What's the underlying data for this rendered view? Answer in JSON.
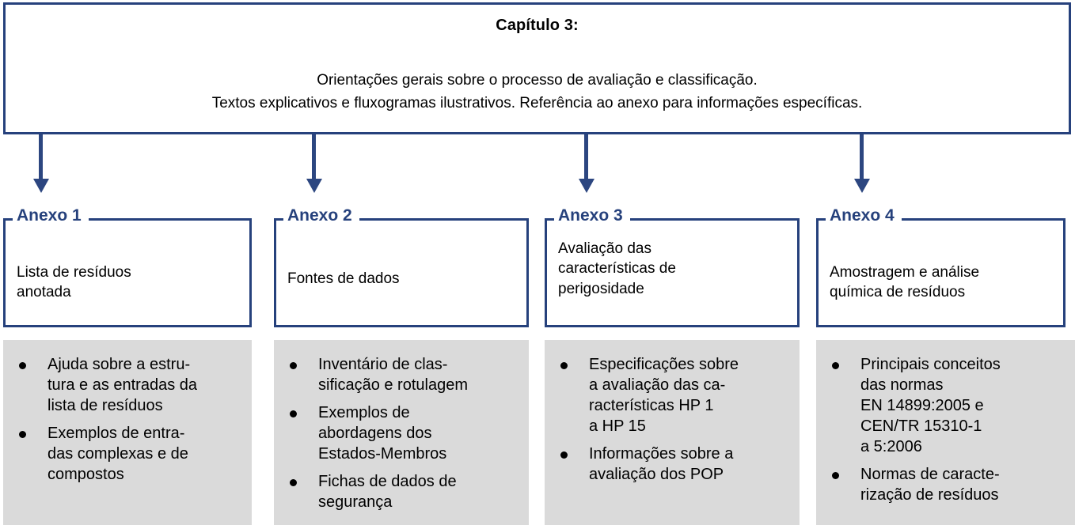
{
  "chapter": {
    "title": "Capítulo 3:",
    "lines": [
      "Orientações gerais sobre o processo de avaliação e classificação.",
      "Textos explicativos e fluxogramas ilustrativos. Referência ao anexo para informações específicas."
    ]
  },
  "colors": {
    "border_blue": "#26417c",
    "arrow_blue": "#2c4680",
    "legend_blue": "#26417c",
    "panel_gray": "#dadada",
    "text_black": "#000000",
    "background": "#ffffff"
  },
  "annexes": [
    {
      "legend": "Anexo 1",
      "description_lines": [
        "Lista de resíduos",
        "anotada"
      ],
      "bullets": [
        [
          "Ajuda sobre a estru-",
          "tura e as entradas da",
          "lista de resíduos"
        ],
        [
          "Exemplos de entra-",
          "das complexas e de",
          "compostos"
        ]
      ]
    },
    {
      "legend": "Anexo 2",
      "description_lines": [
        "Fontes de dados"
      ],
      "bullets": [
        [
          "Inventário de clas-",
          "sificação e rotulagem"
        ],
        [
          "Exemplos de",
          "abordagens dos",
          "Estados-Membros"
        ],
        [
          "Fichas de dados de",
          "segurança"
        ]
      ]
    },
    {
      "legend": "Anexo 3",
      "description_lines": [
        "Avaliação das",
        "características de",
        "perigosidade"
      ],
      "bullets": [
        [
          "Especificações sobre",
          "a avaliação das ca-",
          "racterísticas HP 1",
          "a HP 15"
        ],
        [
          "Informações sobre a",
          "avaliação dos POP"
        ]
      ]
    },
    {
      "legend": "Anexo 4",
      "description_lines": [
        "Amostragem e análise",
        "química de resíduos"
      ],
      "bullets": [
        [
          "Principais conceitos",
          "das normas",
          "EN 14899:2005 e",
          "CEN/TR 15310-1",
          "a 5:2006"
        ],
        [
          "Normas de caracte-",
          "rização de resíduos"
        ]
      ]
    }
  ]
}
